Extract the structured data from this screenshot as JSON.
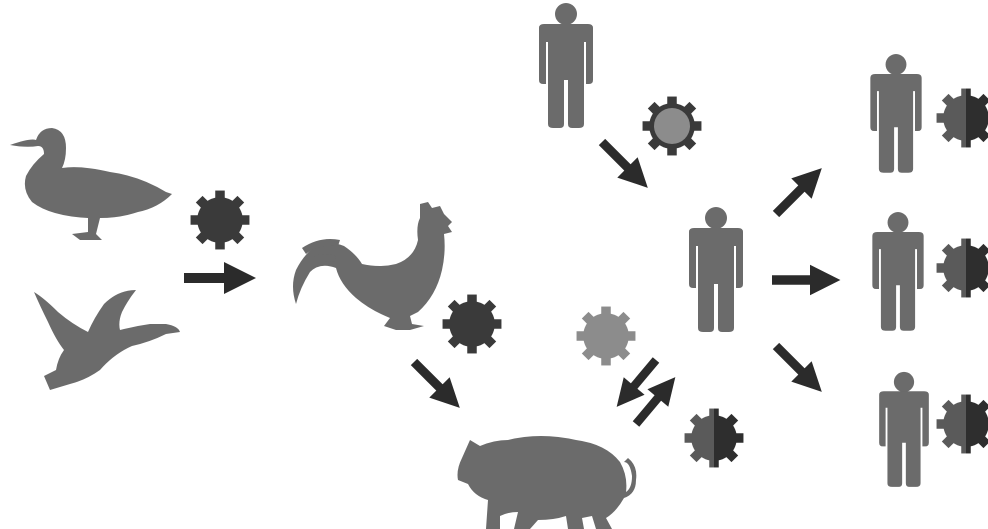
{
  "diagram": {
    "animals": {
      "duck": "duck-icon",
      "flying_goose": "flying-goose-icon",
      "rooster": "rooster-icon",
      "pig": "pig-icon"
    },
    "colors": {
      "silhouette": "#6b6b6b",
      "arrow": "#2b2b2b",
      "virus_dark": "#3a3a3a",
      "virus_mid": "#555555",
      "virus_light": "#8c8c8c",
      "virus_half_left": "#5a5a5a",
      "virus_half_right": "#2e2e2e"
    },
    "viruses": [
      {
        "name": "avian-virus-icon",
        "style": "dark"
      },
      {
        "name": "rooster-virus-icon",
        "style": "dark"
      },
      {
        "name": "human-virus-icon",
        "style": "light-core"
      },
      {
        "name": "swine-virus-icon",
        "style": "light"
      },
      {
        "name": "reassortant-virus-icon",
        "style": "half"
      },
      {
        "name": "spread-virus-icon",
        "style": "half"
      }
    ]
  }
}
